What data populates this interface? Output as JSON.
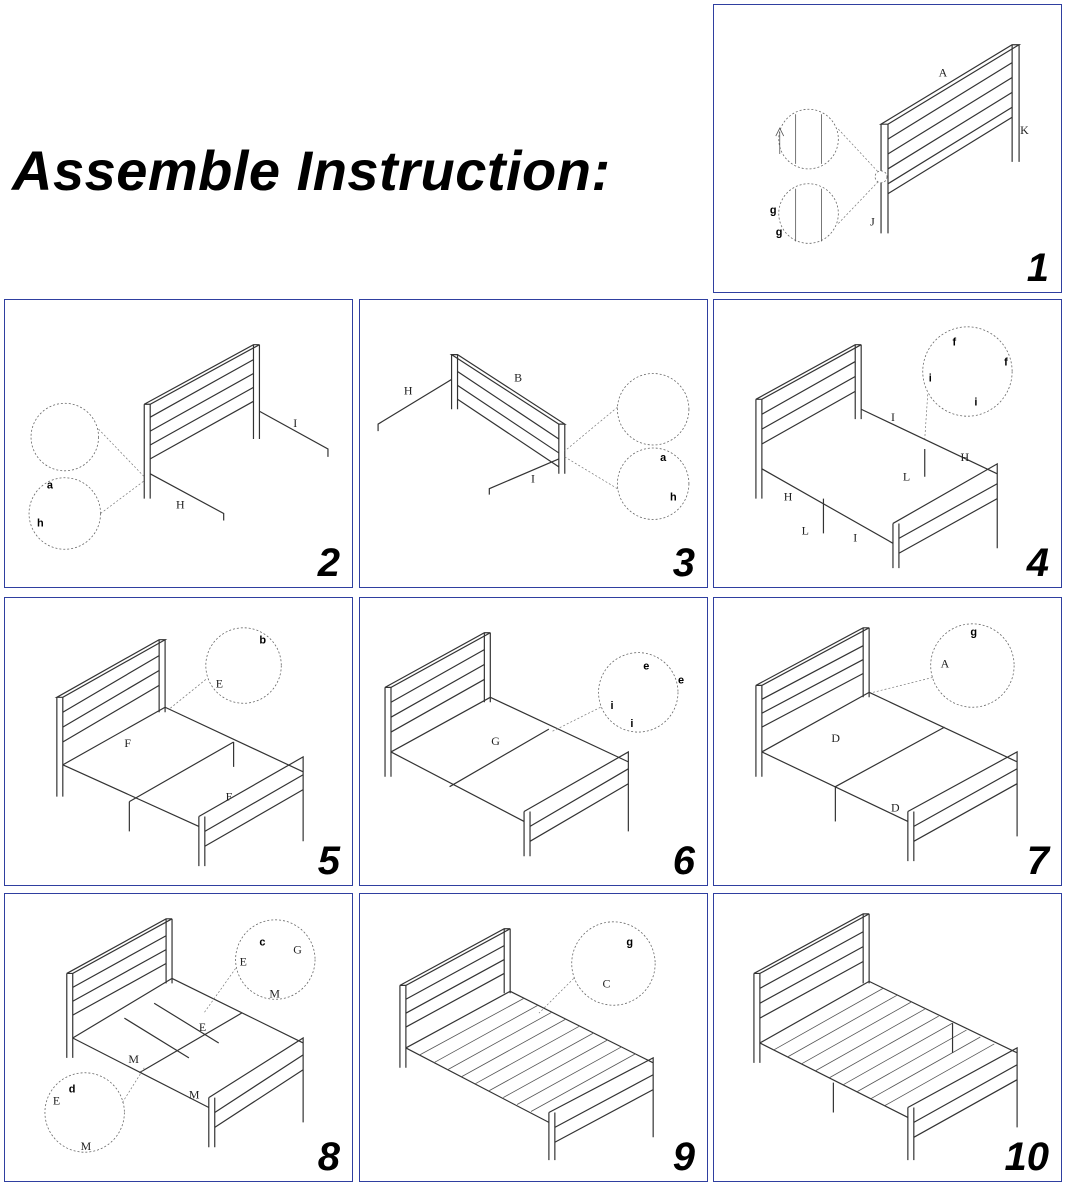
{
  "title": "Assemble Instruction:",
  "accent_color": "#2f3fa0",
  "steps": [
    {
      "number": "1",
      "labels": [
        "A",
        "K",
        "J",
        "g",
        "g"
      ]
    },
    {
      "number": "2",
      "labels": [
        "I",
        "H",
        "a",
        "h"
      ]
    },
    {
      "number": "3",
      "labels": [
        "H",
        "B",
        "I",
        "a",
        "h"
      ]
    },
    {
      "number": "4",
      "labels": [
        "I",
        "H",
        "H",
        "L",
        "L",
        "I",
        "f",
        "f",
        "i",
        "i"
      ]
    },
    {
      "number": "5",
      "labels": [
        "F",
        "F",
        "b",
        "E"
      ]
    },
    {
      "number": "6",
      "labels": [
        "G",
        "e",
        "e",
        "i",
        "i"
      ]
    },
    {
      "number": "7",
      "labels": [
        "D",
        "D",
        "g",
        "A"
      ]
    },
    {
      "number": "8",
      "labels": [
        "E",
        "M",
        "M",
        "c",
        "G",
        "E",
        "M",
        "d",
        "E",
        "M"
      ]
    },
    {
      "number": "9",
      "labels": [
        "g",
        "C"
      ]
    },
    {
      "number": "10",
      "labels": []
    }
  ]
}
